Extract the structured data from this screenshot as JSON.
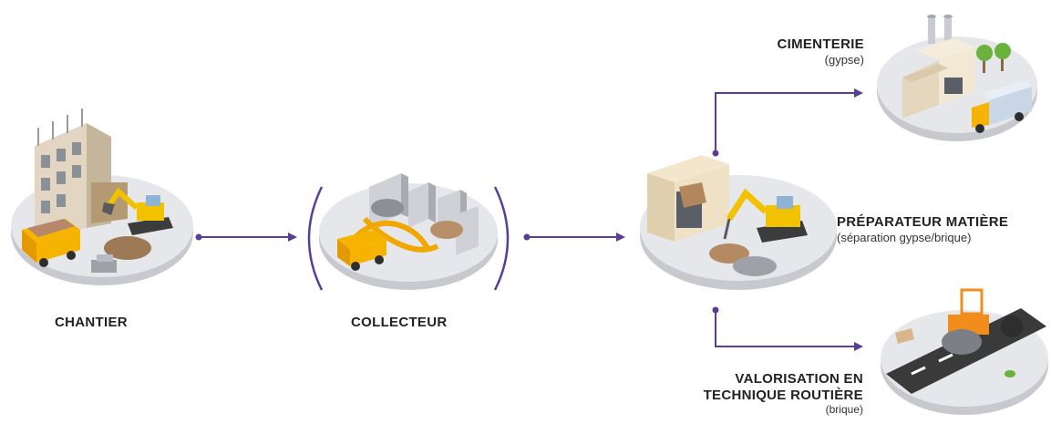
{
  "nodes": {
    "chantier": {
      "label": "CHANTIER"
    },
    "collecteur": {
      "label": "COLLECTEUR"
    },
    "preparateur": {
      "label": "PRÉPARATEUR MATIÈRE",
      "sub": "(séparation gypse/brique)"
    },
    "cimenterie": {
      "label": "CIMENTERIE",
      "sub": "(gypse)"
    },
    "valorisation": {
      "label_line1": "VALORISATION EN",
      "label_line2": "TECHNIQUE ROUTIÈRE",
      "sub": "(brique)"
    }
  },
  "colors": {
    "arrow": "#5b3d99",
    "platform": "#e3e4e8",
    "platform_edge": "#c8c9ce",
    "truck": "#f6b400",
    "crane": "#f2c200",
    "building": "#d9cbb6",
    "tree": "#6bb23c",
    "road": "#3a3a3a"
  }
}
